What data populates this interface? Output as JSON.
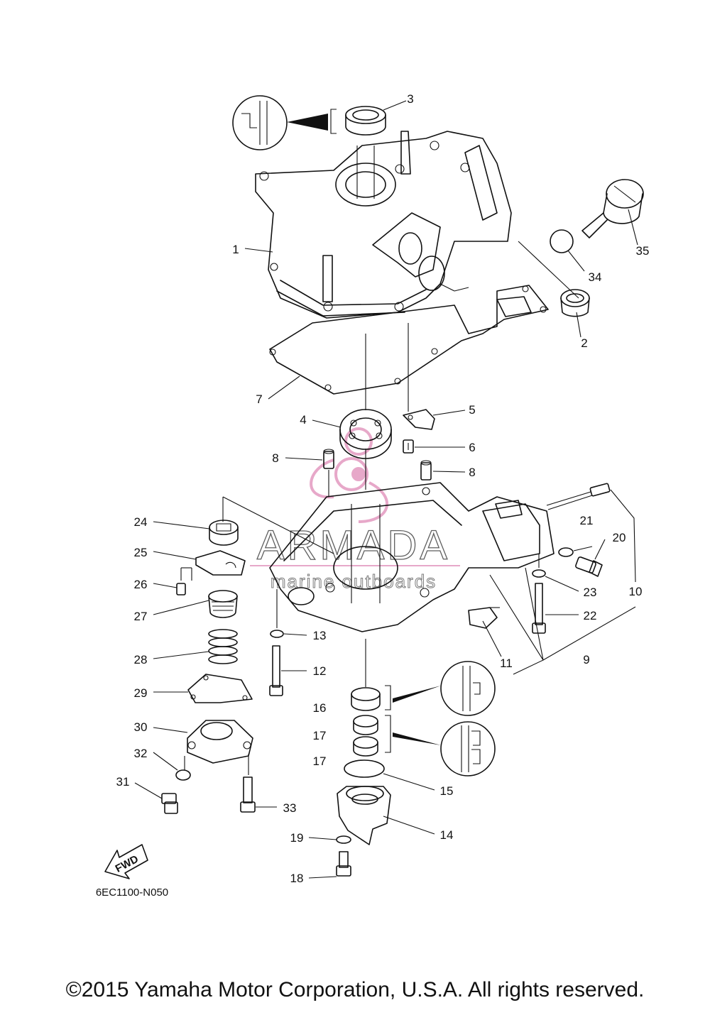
{
  "diagram": {
    "part_code": "6EC1100-N050",
    "fwd_label": "FWD",
    "part_numbers": [
      "1",
      "2",
      "3",
      "4",
      "5",
      "6",
      "7",
      "8",
      "8",
      "9",
      "10",
      "11",
      "12",
      "13",
      "14",
      "15",
      "16",
      "17",
      "17",
      "18",
      "19",
      "20",
      "21",
      "22",
      "23",
      "24",
      "25",
      "26",
      "27",
      "28",
      "29",
      "30",
      "31",
      "32",
      "33",
      "34",
      "35"
    ]
  },
  "watermark": {
    "brand": "ARMADA",
    "tagline": "marine outboards",
    "color": "#e39ac0"
  },
  "copyright": "©2015 Yamaha Motor Corporation, U.S.A. All rights reserved."
}
